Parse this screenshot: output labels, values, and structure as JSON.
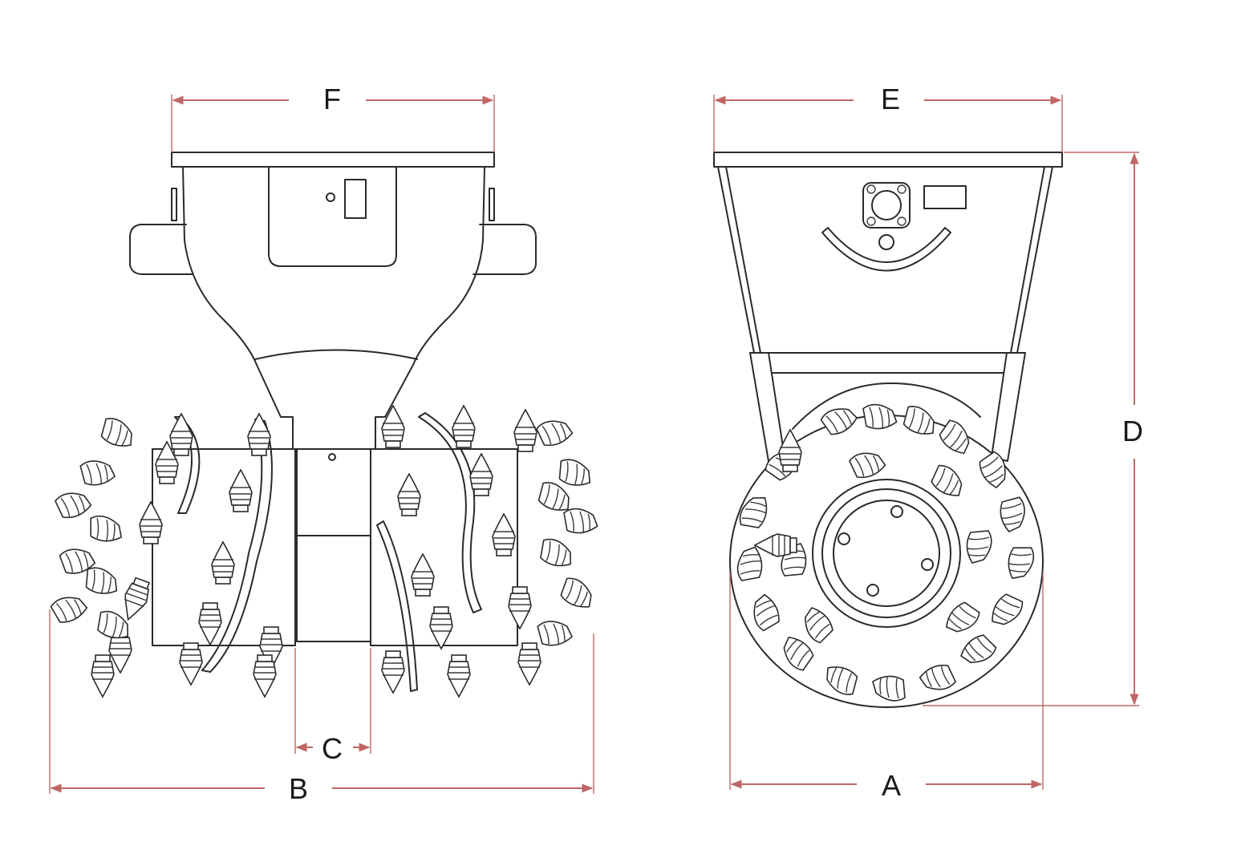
{
  "front_view": {
    "dimension_labels": {
      "top_width": "F",
      "drum_gap": "C",
      "overall_width": "B"
    }
  },
  "side_view": {
    "dimension_labels": {
      "top_width": "E",
      "height": "D",
      "drum_diameter": "A"
    }
  },
  "colors": {
    "line": "#2a2a2a",
    "dimension_line": "#c06666",
    "background": "#ffffff"
  }
}
